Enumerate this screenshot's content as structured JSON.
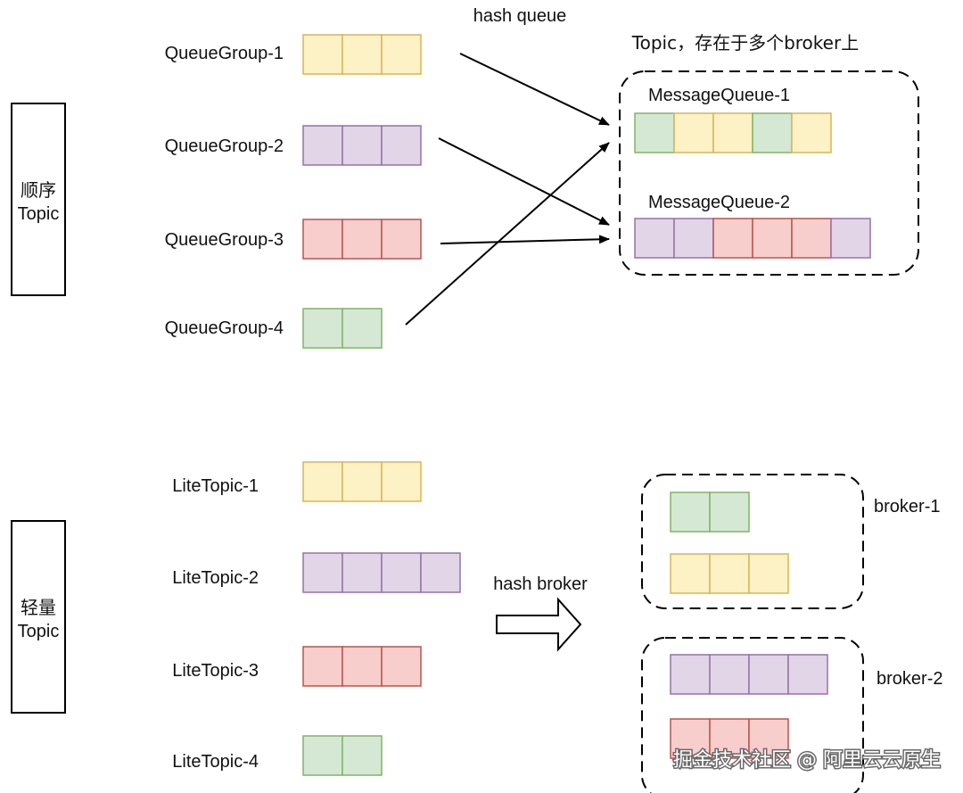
{
  "palette": {
    "yellow": {
      "fill": "#fdf1c6",
      "stroke": "#d6b656"
    },
    "purple": {
      "fill": "#e1d5e7",
      "stroke": "#9673a6"
    },
    "red": {
      "fill": "#f8cecc",
      "stroke": "#b85450"
    },
    "green": {
      "fill": "#d5e8d4",
      "stroke": "#82b366"
    }
  },
  "ordered_topic": {
    "side_label": [
      "顺序",
      "Topic"
    ],
    "hash_label": "hash queue",
    "topic_note": "Topic，存在于多个broker上",
    "queue_groups": [
      {
        "label": "QueueGroup-1",
        "color": "yellow",
        "cells": 3
      },
      {
        "label": "QueueGroup-2",
        "color": "purple",
        "cells": 3
      },
      {
        "label": "QueueGroup-3",
        "color": "red",
        "cells": 3
      },
      {
        "label": "QueueGroup-4",
        "color": "green",
        "cells": 2
      }
    ],
    "message_queues": [
      {
        "label": "MessageQueue-1",
        "cells": [
          "green",
          "yellow",
          "yellow",
          "green",
          "yellow"
        ]
      },
      {
        "label": "MessageQueue-2",
        "cells": [
          "purple",
          "purple",
          "red",
          "red",
          "red",
          "purple"
        ]
      }
    ]
  },
  "lite_topic": {
    "side_label": [
      "轻量",
      "Topic"
    ],
    "hash_label": "hash broker",
    "topics": [
      {
        "label": "LiteTopic-1",
        "color": "yellow",
        "cells": 3
      },
      {
        "label": "LiteTopic-2",
        "color": "purple",
        "cells": 4
      },
      {
        "label": "LiteTopic-3",
        "color": "red",
        "cells": 3
      },
      {
        "label": "LiteTopic-4",
        "color": "green",
        "cells": 2
      }
    ],
    "brokers": [
      {
        "label": "broker-1",
        "queues": [
          {
            "color": "green",
            "cells": 2
          },
          {
            "color": "yellow",
            "cells": 3
          }
        ]
      },
      {
        "label": "broker-2",
        "queues": [
          {
            "color": "purple",
            "cells": 4
          },
          {
            "color": "red",
            "cells": 3
          }
        ]
      }
    ]
  },
  "watermark": "掘金技术社区 @ 阿里云云原生"
}
